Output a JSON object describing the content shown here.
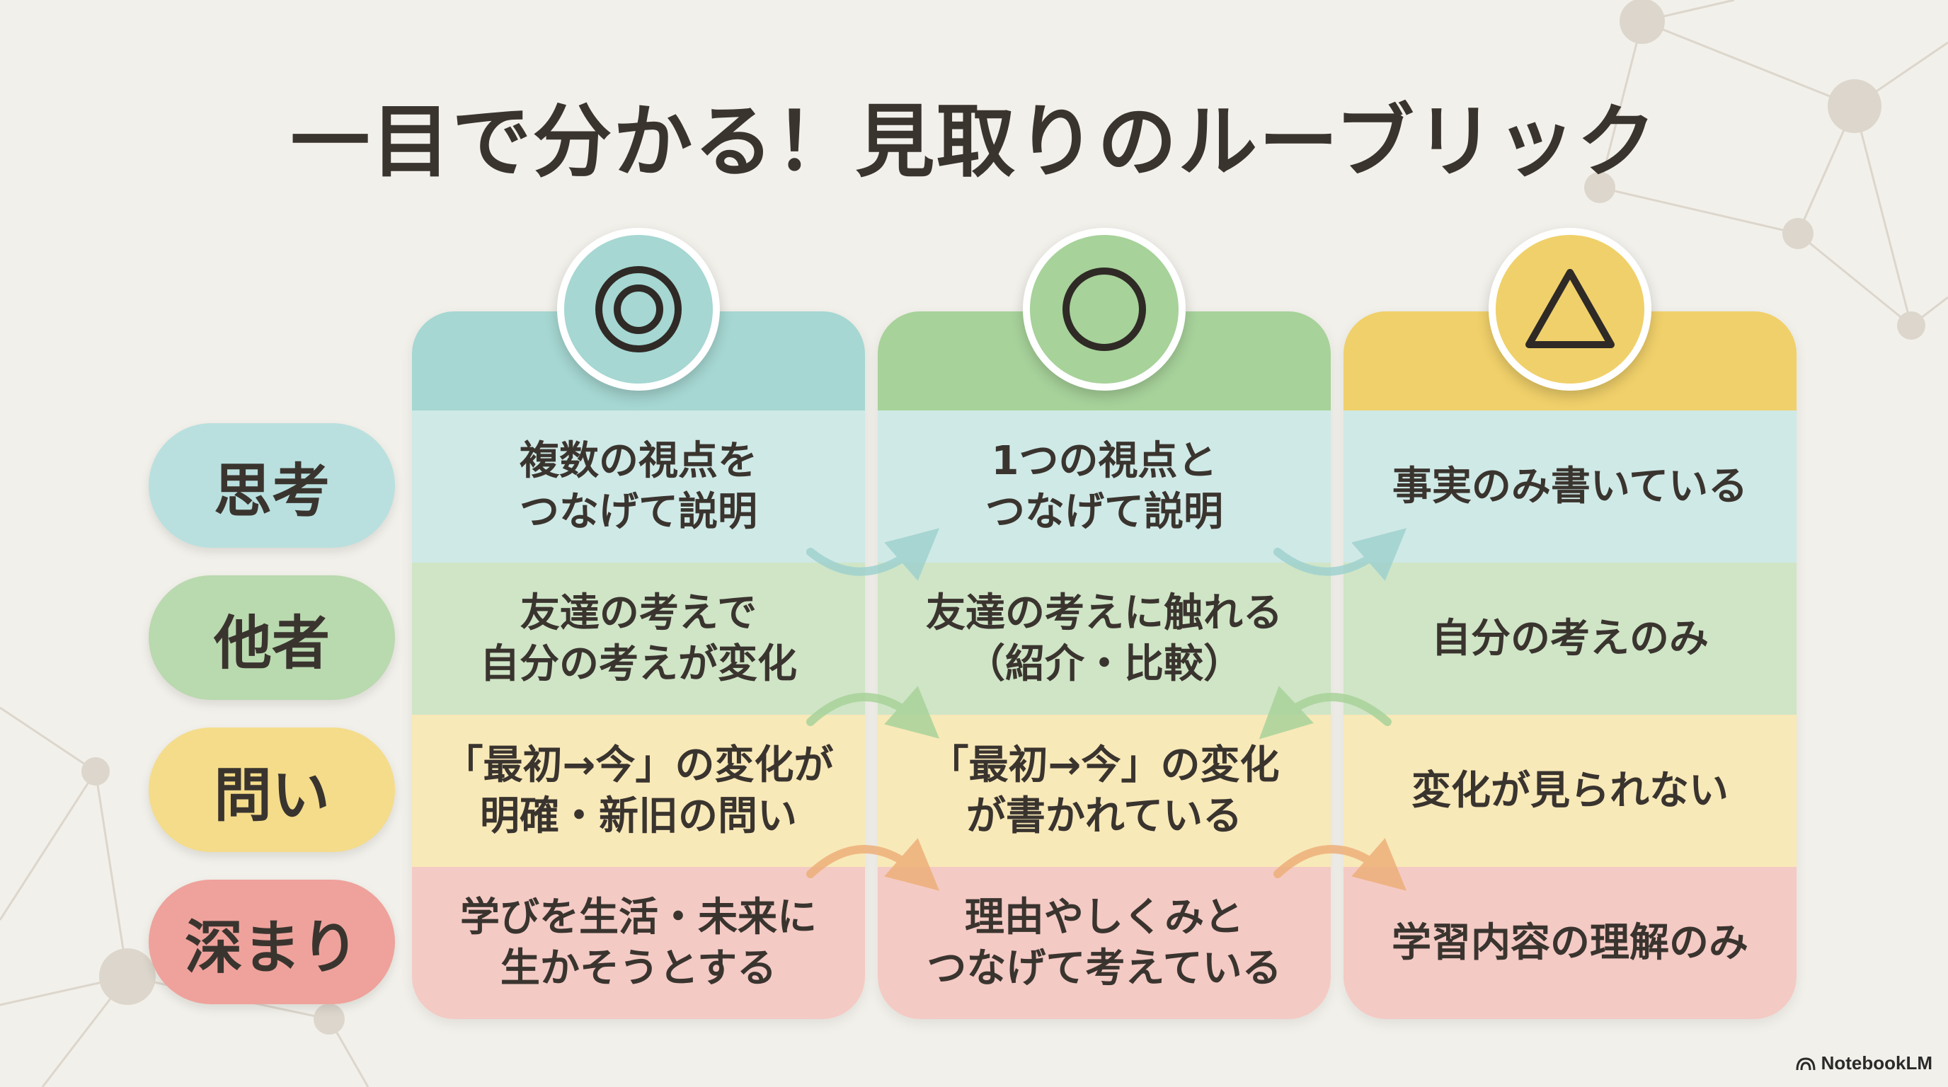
{
  "title": "一目で分かる！見取りのルーブリック",
  "colors": {
    "thinking": "#b9e0df",
    "others": "#b9d9ae",
    "question": "#f4dc8a",
    "depth": "#eea29b"
  },
  "columns": [
    {
      "symbol": "◎",
      "symbol_icon": "double-circle-icon",
      "accent": "#a6d7d2",
      "cells": [
        "複数の視点を\nつなげて説明",
        "友達の考えで\n自分の考えが変化",
        "「最初→今」の変化が\n明確・新旧の問い",
        "学びを生活・未来に\n生かそうとする"
      ]
    },
    {
      "symbol": "○",
      "symbol_icon": "circle-icon",
      "accent": "#a7d29a",
      "cells": [
        "1つの視点と\nつなげて説明",
        "友達の考えに触れる\n（紹介・比較）",
        "「最初→今」の変化\nが書かれている",
        "理由やしくみと\nつなげて考えている"
      ]
    },
    {
      "symbol": "△",
      "symbol_icon": "triangle-icon",
      "accent": "#f0d06a",
      "cells": [
        "事実のみ書いている",
        "自分の考えのみ",
        "変化が見られない",
        "学習内容の理解のみ"
      ]
    }
  ],
  "rows": [
    {
      "label": "思考",
      "color": "#b9e0df"
    },
    {
      "label": "他者",
      "color": "#b9d9ae"
    },
    {
      "label": "問い",
      "color": "#f4dc8a"
    },
    {
      "label": "深まり",
      "color": "#eea29b"
    }
  ],
  "brand": "NotebookLM"
}
